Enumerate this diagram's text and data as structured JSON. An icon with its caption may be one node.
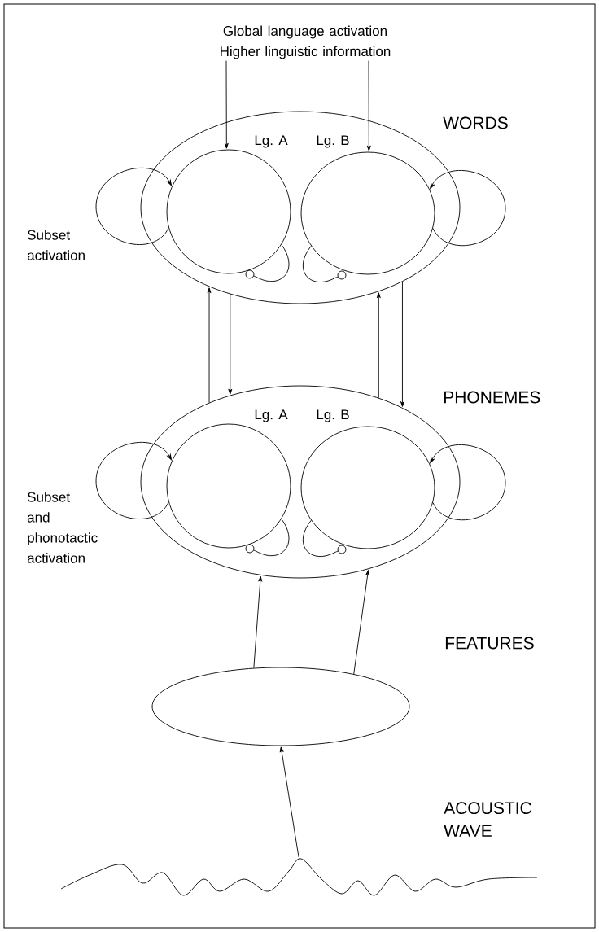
{
  "diagram": {
    "nodes": [
      {
        "text": [
          "Global language activation Higher linguistic information"
        ]
      },
      {
        "text": [
          "WORDS"
        ]
      },
      {
        "text": [
          "Lg. A"
        ],
        "in": 1
      },
      {
        "text": [
          "Lg. B"
        ],
        "in": 1
      },
      {
        "text": [
          "PHONEMES"
        ]
      },
      {
        "text": [
          "Lg. A"
        ],
        "in": 4
      },
      {
        "text": [
          "Lg. B"
        ],
        "in": 4
      },
      {
        "text": [
          "FEATURES"
        ]
      },
      {
        "text": [],
        "shape": "wave",
        "beside": [
          "ACOUSTIC WAVE"
        ]
      },
      {
        "text": [],
        "shape": "circle",
        "in": 1
      },
      {
        "text": [],
        "shape": "circle",
        "in": 1
      },
      {
        "text": [],
        "shape": "circle",
        "in": 4
      },
      {
        "text": [],
        "shape": "circle",
        "in": 4
      }
    ],
    "edges": [
      {
        "from": 0,
        "to": 2,
        "arrow": "to"
      },
      {
        "from": 0,
        "to": 3,
        "arrow": "to"
      },
      {
        "from": 2,
        "to": 2,
        "arrow": "to"
      },
      {
        "from": 2,
        "to": 9,
        "arrow": "none"
      },
      {
        "from": 3,
        "to": 3,
        "arrow": "to"
      },
      {
        "from": 3,
        "to": 10,
        "arrow": "none"
      },
      {
        "from": 4,
        "to": 1,
        "arrow": "to"
      },
      {
        "from": 1,
        "to": 4,
        "arrow": "to"
      },
      {
        "from": 4,
        "to": 1,
        "arrow": "to"
      },
      {
        "from": 1,
        "to": 4,
        "arrow": "to"
      },
      {
        "from": 5,
        "to": 5,
        "arrow": "to"
      },
      {
        "from": 5,
        "to": 11,
        "arrow": "none"
      },
      {
        "from": 6,
        "to": 6,
        "arrow": "to"
      },
      {
        "from": 6,
        "to": 12,
        "arrow": "none"
      },
      {
        "from": 7,
        "to": 4,
        "arrow": "to"
      },
      {
        "from": 7,
        "to": 4,
        "arrow": "to"
      },
      {
        "from": 8,
        "to": 7,
        "arrow": "to"
      }
    ],
    "labels": [
      "Subset activation",
      "Subset and phonotactic activation"
    ]
  }
}
